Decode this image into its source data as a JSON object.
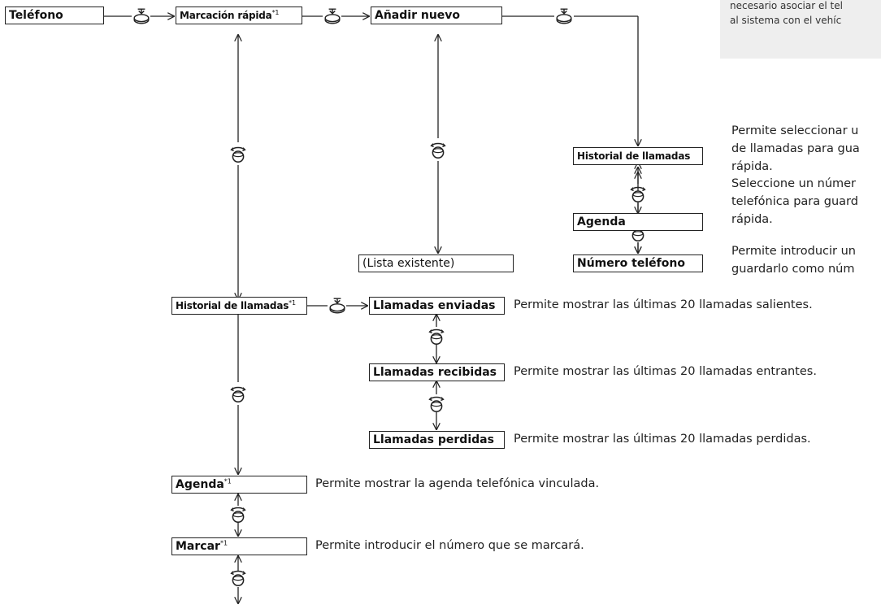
{
  "sidenote": {
    "line1": "necesario asociar el tel",
    "line2": "al sistema con el vehíc"
  },
  "boxes": {
    "telefono": "Teléfono",
    "marcacion_rapida": "Marcación rápida",
    "anadir_nuevo": "Añadir nuevo",
    "historial_sub": "Historial de llamadas",
    "agenda_sub": "Agenda",
    "numero_telefono": "Número teléfono",
    "lista_existente": "(Lista existente)",
    "historial_llamadas": "Historial de llamadas",
    "llamadas_enviadas": "Llamadas enviadas",
    "llamadas_recibidas": "Llamadas recibidas",
    "llamadas_perdidas": "Llamadas perdidas",
    "agenda": "Agenda",
    "marcar": "Marcar"
  },
  "footnote_mark": "*1",
  "descriptions": {
    "historial_sub": [
      "Permite seleccionar u",
      "de llamadas para gua",
      "rápida."
    ],
    "agenda_sub": [
      "Seleccione un númer",
      "telefónica para guard",
      "rápida."
    ],
    "numero_telefono": [
      "Permite introducir un",
      "guardarlo como núm"
    ],
    "llamadas_enviadas": "Permite mostrar las últimas 20 llamadas salientes.",
    "llamadas_recibidas": "Permite mostrar las últimas 20 llamadas entrantes.",
    "llamadas_perdidas": "Permite mostrar las últimas 20 llamadas perdidas.",
    "agenda": "Permite mostrar la agenda telefónica vinculada.",
    "marcar": "Permite introducir el número que se marcará."
  },
  "icons": {
    "press": "press-knob-icon",
    "rotate": "rotate-knob-icon"
  }
}
